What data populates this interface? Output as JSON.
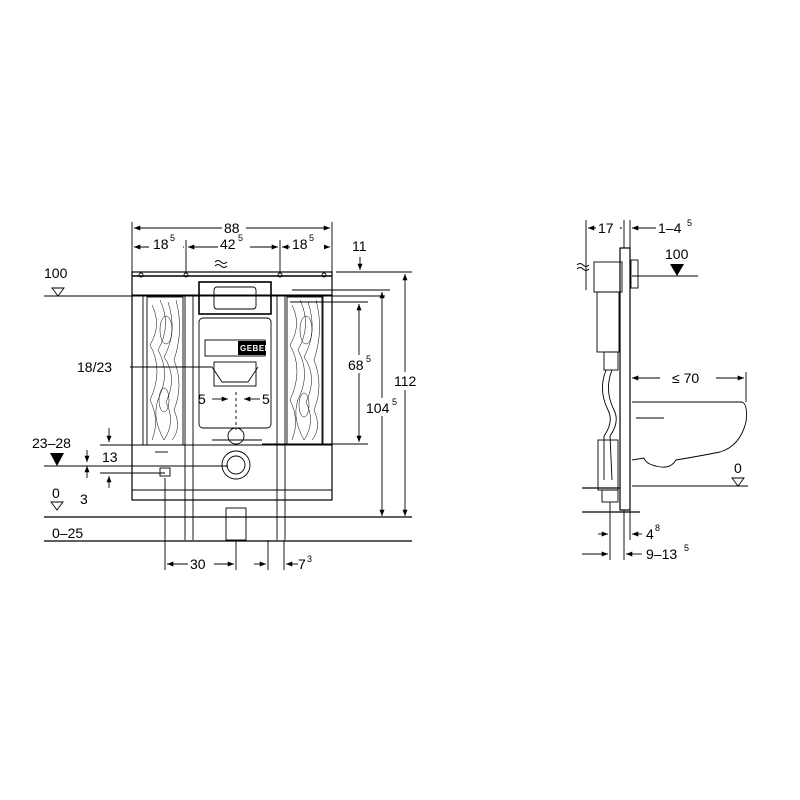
{
  "front": {
    "dim_total_width": "88",
    "dim_left_panel": [
      "18",
      "5"
    ],
    "dim_center": [
      "42",
      "5"
    ],
    "dim_right_panel": [
      "18",
      "5"
    ],
    "dim_top_gap": "11",
    "level_100": "100",
    "dim_flush_plate_range": "18/23",
    "dim_outlet_left": "5",
    "dim_outlet_right": "5",
    "dim_68": [
      "68",
      "5"
    ],
    "dim_104": [
      "104",
      "5"
    ],
    "dim_112": "112",
    "level_23_28": "23–28",
    "dim_13": "13",
    "level_0": "0",
    "dim_3": "3",
    "floor_range": "0–25",
    "dim_30": "30",
    "dim_7": [
      "7",
      "3"
    ],
    "brand": "GEBERIT"
  },
  "side": {
    "dim_17": "17",
    "dim_1_4": [
      "1–4",
      "5"
    ],
    "level_100": "100",
    "dim_bowl": "≤ 70",
    "level_0": "0",
    "dim_4": [
      "4",
      "8"
    ],
    "dim_9_13": [
      "9–13",
      "5"
    ]
  }
}
